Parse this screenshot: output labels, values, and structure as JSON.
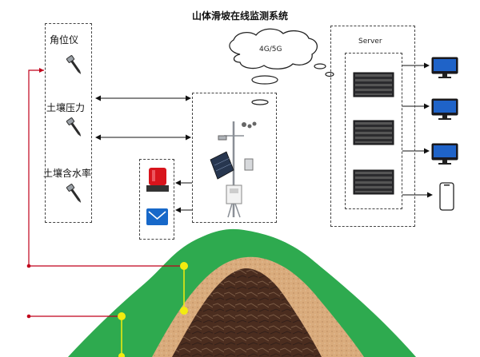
{
  "title": "山体滑坡在线监测系统",
  "sensors": {
    "items": [
      {
        "label": "角位仪"
      },
      {
        "label": "土壤压力"
      },
      {
        "label": "土壤含水率"
      }
    ]
  },
  "cloud": {
    "label": "4G/5G"
  },
  "server": {
    "label": "Server"
  },
  "colors": {
    "wire": "#c0001a",
    "probe": "#f2ec0f",
    "mountain_green": "#2faa4e",
    "soil": "#d7a877",
    "rock": "#4a2c1e"
  }
}
